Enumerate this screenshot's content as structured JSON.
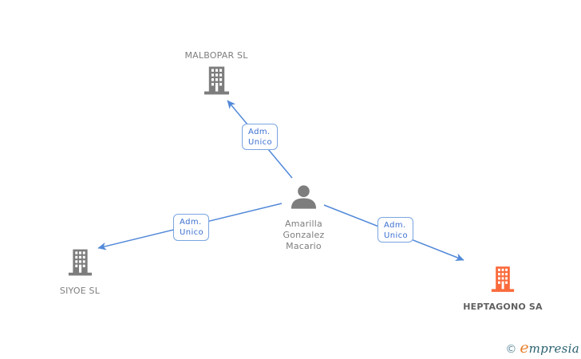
{
  "diagram": {
    "companies": [
      {
        "name": "MALBOPAR SL",
        "icon": "building-icon",
        "icon_color": "#7d7d7d",
        "position": "top"
      },
      {
        "name": "SIYOE SL",
        "icon": "building-icon",
        "icon_color": "#7d7d7d",
        "position": "bottom-left"
      },
      {
        "name": "HEPTAGONO SA",
        "icon": "building-icon",
        "icon_color": "#fa6a3c",
        "position": "bottom-right",
        "highlighted": true
      }
    ],
    "person": {
      "name_lines": [
        "Amarilla",
        "Gonzalez",
        "Macario"
      ],
      "icon": "person-icon",
      "icon_color": "#7d7d7d"
    },
    "relationships": [
      {
        "from": "Amarilla Gonzalez Macario",
        "to": "MALBOPAR SL",
        "label_line1": "Adm.",
        "label_line2": "Unico"
      },
      {
        "from": "Amarilla Gonzalez Macario",
        "to": "SIYOE SL",
        "label_line1": "Adm.",
        "label_line2": "Unico"
      },
      {
        "from": "Amarilla Gonzalez Macario",
        "to": "HEPTAGONO SA",
        "label_line1": "Adm.",
        "label_line2": "Unico"
      }
    ]
  },
  "colors": {
    "arrow": "#5289d9",
    "box_border": "#79a5e0",
    "box_text": "#3b6fd1",
    "company_text": "#7e7e7e",
    "highlighted_company_text": "#606060",
    "gray_icon": "#7d7d7d",
    "orange_icon": "#fa6a3c",
    "logo_copyright": "#5d8b9b",
    "logo_initial": "#e8802c",
    "logo_rest": "#29606f"
  },
  "footer": {
    "copyright": "©",
    "brand_initial": "e",
    "brand_rest": "mpresia"
  }
}
